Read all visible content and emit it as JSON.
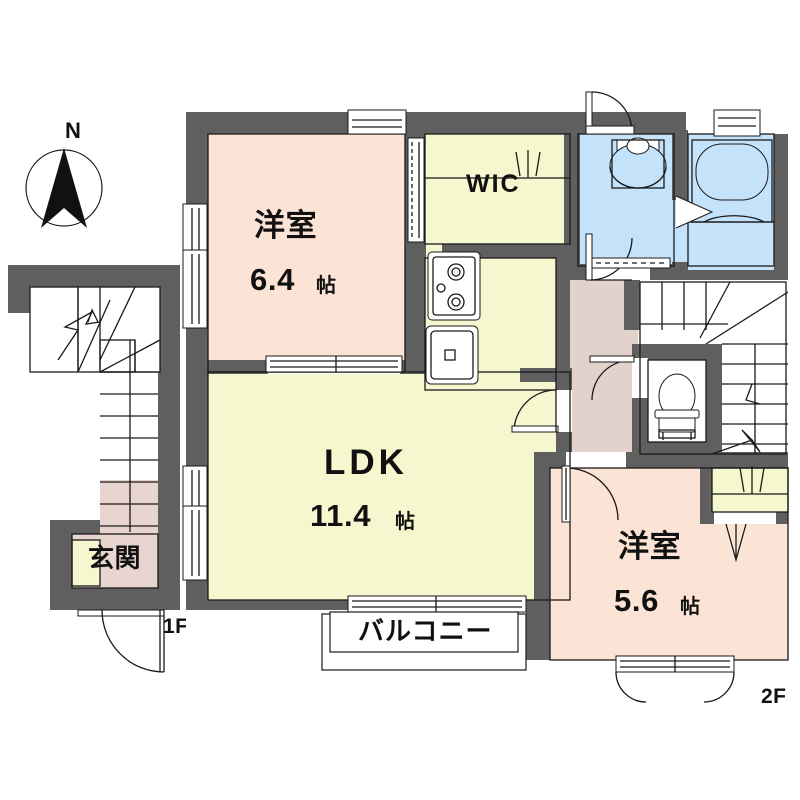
{
  "plan": {
    "title_floor_1": "1F",
    "title_floor_2": "2F",
    "compass": {
      "label": "N",
      "icon": "north-arrow-icon"
    }
  },
  "rooms": [
    {
      "id": "bedroom-main",
      "name": "洋室",
      "size": "6.4",
      "unit": "帖",
      "color": "#fbe4d5"
    },
    {
      "id": "ldk",
      "name": "LDK",
      "size": "11.4",
      "unit": "帖",
      "color": "#f7f7cf"
    },
    {
      "id": "bedroom-second",
      "name": "洋室",
      "size": "5.6",
      "unit": "帖",
      "color": "#fbe4d5"
    },
    {
      "id": "wic",
      "name": "WIC",
      "size": "",
      "unit": "",
      "color": "#f7f7cf"
    },
    {
      "id": "balcony",
      "name": "バルコニー",
      "size": "",
      "unit": "",
      "color": "#ffffff"
    },
    {
      "id": "genkan",
      "name": "玄関",
      "size": "",
      "unit": "",
      "color": "#e8d5d0"
    }
  ],
  "labels": {
    "bedroom_main_name": "洋室",
    "bedroom_main_size": "6.4",
    "bedroom_main_unit": "帖",
    "ldk_name": "LDK",
    "ldk_size": "11.4",
    "ldk_unit": "帖",
    "bedroom_second_name": "洋室",
    "bedroom_second_size": "5.6",
    "bedroom_second_unit": "帖",
    "wic": "WIC",
    "balcony": "バルコニー",
    "genkan": "玄関",
    "floor_1": "1F",
    "floor_2": "2F",
    "north": "N"
  },
  "fixtures": [
    {
      "name": "gas-stove-icon",
      "room": "ldk"
    },
    {
      "name": "kitchen-sink-icon",
      "room": "ldk"
    },
    {
      "name": "washbasin-icon",
      "room": "washroom"
    },
    {
      "name": "bathtub-icon",
      "room": "bathroom"
    },
    {
      "name": "toilet-icon",
      "room": "toilet"
    },
    {
      "name": "staircase-icon",
      "room": "stair-2f"
    },
    {
      "name": "staircase-icon",
      "room": "stair-1f"
    }
  ],
  "colors": {
    "wall": "#5f5f5f",
    "bedroom": "#fbe4d5",
    "ldk": "#f7f7cf",
    "water": "#c4e2fa",
    "hall": "#e3d1cb",
    "genkan": "#e8d5d0",
    "outline": "#1a1a1a"
  }
}
